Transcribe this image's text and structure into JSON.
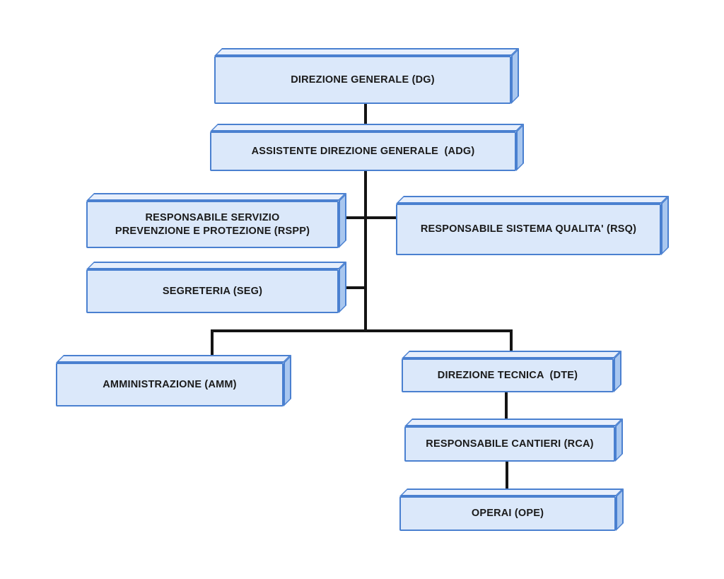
{
  "diagram": {
    "kind": "organizational-chart",
    "language": "it",
    "colors": {
      "background": "#ffffff",
      "node_fill": "#dbe8fa",
      "node_top": "#e7effc",
      "node_side": "#a9c7ef",
      "node_border": "#4a80d0",
      "connector": "#141414",
      "text": "#1a1a1a"
    },
    "nodes": [
      {
        "id": "DG",
        "label": "DIREZIONE GENERALE (DG)"
      },
      {
        "id": "ADG",
        "label": "ASSISTENTE DIREZIONE GENERALE  (ADG)"
      },
      {
        "id": "RSPP",
        "label": "RESPONSABILE SERVIZIO\nPREVENZIONE E PROTEZIONE (RSPP)"
      },
      {
        "id": "RSQ",
        "label": "RESPONSABILE SISTEMA QUALITA' (RSQ)"
      },
      {
        "id": "SEG",
        "label": "SEGRETERIA (SEG)"
      },
      {
        "id": "AMM",
        "label": "AMMINISTRAZIONE (AMM)"
      },
      {
        "id": "DTE",
        "label": "DIREZIONE TECNICA  (DTE)"
      },
      {
        "id": "RCA",
        "label": "RESPONSABILE CANTIERI (RCA)"
      },
      {
        "id": "OPE",
        "label": "OPERAI (OPE)"
      }
    ],
    "edges": [
      {
        "from": "DG",
        "to": "ADG"
      },
      {
        "from": "ADG",
        "to": "RSPP"
      },
      {
        "from": "ADG",
        "to": "RSQ"
      },
      {
        "from": "ADG",
        "to": "SEG"
      },
      {
        "from": "ADG",
        "to": "AMM"
      },
      {
        "from": "ADG",
        "to": "DTE"
      },
      {
        "from": "DTE",
        "to": "RCA"
      },
      {
        "from": "RCA",
        "to": "OPE"
      }
    ]
  }
}
